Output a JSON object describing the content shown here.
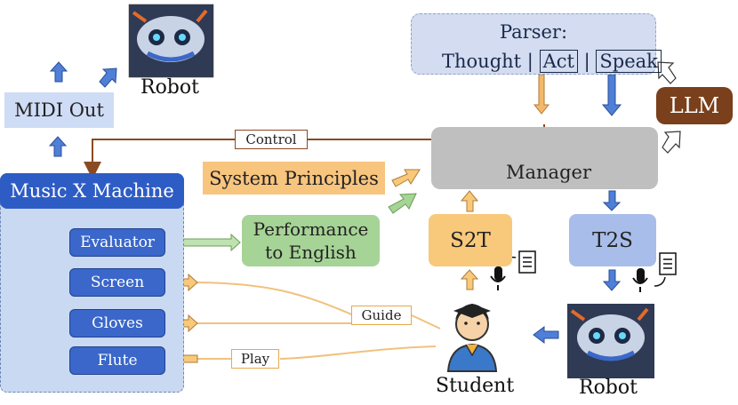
{
  "parser": {
    "title": "Parser:",
    "thought": "Thought",
    "act": "Act",
    "speak": "Speak"
  },
  "llm": {
    "label": "LLM"
  },
  "manager": {
    "label": "Manager"
  },
  "system_principles": {
    "label": "System Principles"
  },
  "performance": {
    "line1": "Performance",
    "line2": "to English"
  },
  "s2t": {
    "label": "S2T"
  },
  "t2s": {
    "label": "T2S"
  },
  "midi": {
    "label": "MIDI Out"
  },
  "music_machine": {
    "title": "Music X Machine",
    "items": [
      {
        "label": "Evaluator"
      },
      {
        "label": "Screen"
      },
      {
        "label": "Gloves"
      },
      {
        "label": "Flute"
      }
    ]
  },
  "edges": {
    "control": "Control",
    "guide": "Guide",
    "play": "Play"
  },
  "captions": {
    "robot_top": "Robot",
    "robot_bottom": "Robot",
    "student": "Student"
  },
  "colors": {
    "brown": "#7a3f1b",
    "orange": "#f3b56a",
    "blue_accent": "#2e5cc5",
    "green": "#a6d396"
  }
}
